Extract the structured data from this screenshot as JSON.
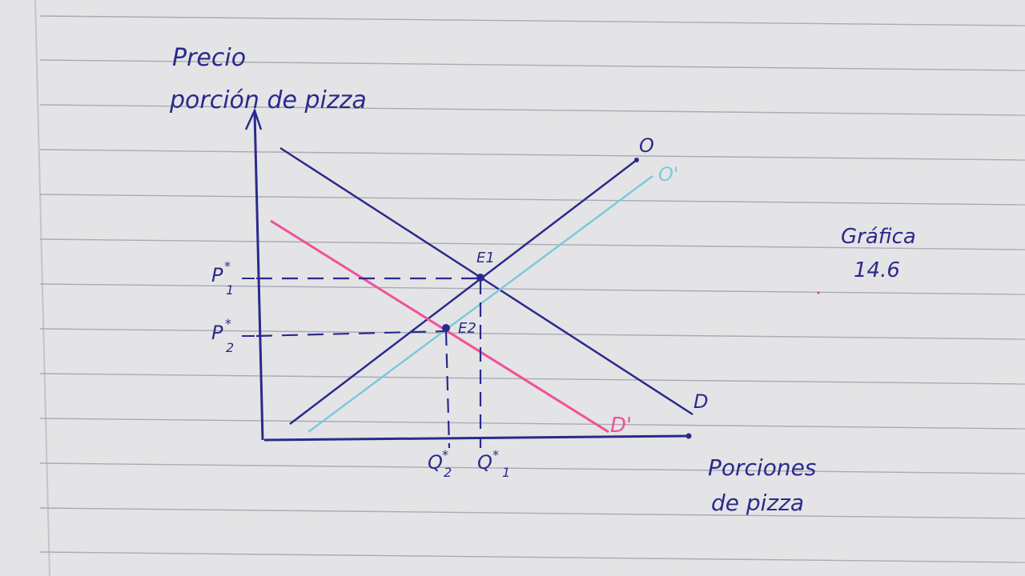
{
  "diagram": {
    "y_axis_title": [
      "Precio",
      "porción de pizza"
    ],
    "x_axis_title": [
      "Porciones",
      "de pizza"
    ],
    "curve_labels": {
      "supply": "O",
      "supply_shifted": "O'",
      "demand": "D",
      "demand_shifted": "D'"
    },
    "points": {
      "e1": "E1",
      "e2": "E2"
    },
    "y_ticks": [
      {
        "main": "P",
        "sup": "*",
        "sub": "1"
      },
      {
        "main": "P",
        "sup": "*",
        "sub": "2"
      }
    ],
    "x_ticks": [
      {
        "main": "Q",
        "sup": "*",
        "sub": "2"
      },
      {
        "main": "Q",
        "sup": "*",
        "sub": "1"
      }
    ],
    "note": [
      "Gráfica",
      "14.6"
    ]
  },
  "colors": {
    "paper": "#e4e4e6",
    "ruling": "#a9aab6",
    "ink": "#2a2a8c",
    "supply_shifted": "#7ec8dc",
    "demand_shifted": "#f0509a"
  }
}
